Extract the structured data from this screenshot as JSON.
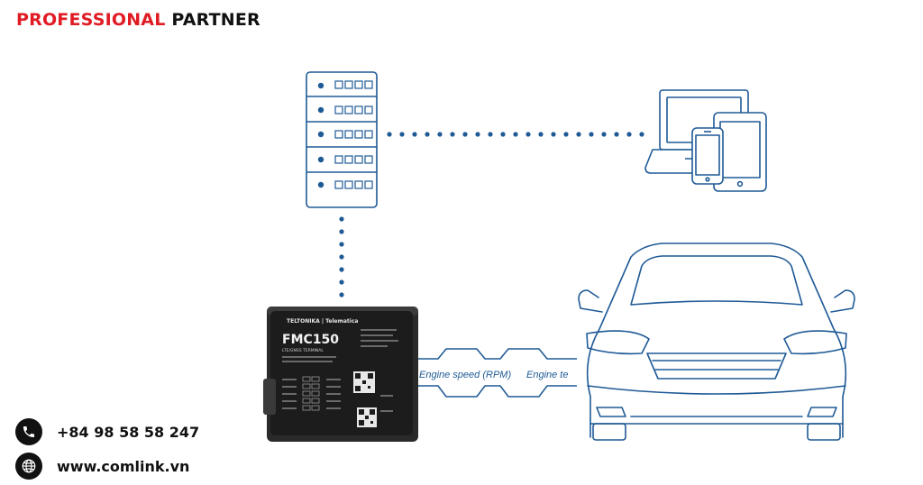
{
  "header": {
    "brand_accent": "PROFESSIONAL",
    "brand_rest": "PARTNER"
  },
  "device": {
    "brand": "TELTONIKA | Telematica",
    "model": "FMC150",
    "subtitle": "LTE/GNSS TERMINAL"
  },
  "can_signal": {
    "label_1": "Engine speed (RPM)",
    "label_2": "Engine te"
  },
  "contact": {
    "phone": "+84 98 58 58 247",
    "website": "www.comlink.vn",
    "phone_icon": "phone-icon",
    "web_icon": "globe-icon"
  },
  "colors": {
    "accent": "#e01b24",
    "line": "#1f5a96",
    "text": "#111111"
  }
}
